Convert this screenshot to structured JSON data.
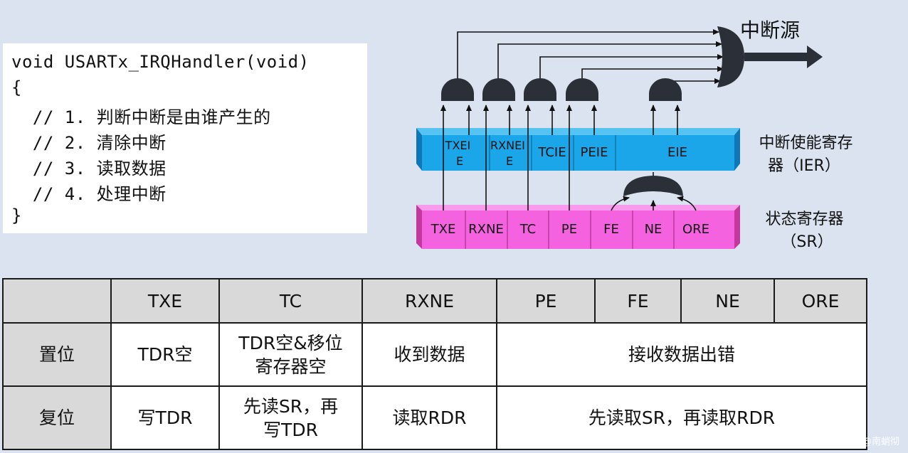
{
  "code": {
    "lines": [
      "void USARTx_IRQHandler(void)",
      "{",
      "  // 1. 判断中断是由谁产生的",
      "  // 2. 清除中断",
      "  // 3. 读取数据",
      "  // 4. 处理中断",
      "}"
    ]
  },
  "diagram": {
    "interrupt_source_label": "中断源",
    "ier_label": [
      "中断使能寄存",
      "器（IER）"
    ],
    "sr_label": [
      "状态寄存器",
      "（SR）"
    ],
    "ier_cells": [
      {
        "lines": [
          "TXEI",
          "E"
        ]
      },
      {
        "lines": [
          "RXNEI",
          "E"
        ]
      },
      {
        "lines": [
          "TCIE"
        ]
      },
      {
        "lines": [
          "PEIE"
        ]
      },
      {
        "lines": [
          "EIE"
        ]
      }
    ],
    "sr_cells": [
      "TXE",
      "RXNE",
      "TC",
      "PE",
      "FE",
      "NE",
      "ORE"
    ],
    "colors": {
      "ier": "#1aa6e8",
      "ier_top": "#55c4f2",
      "ier_side": "#0d77b8",
      "sr": "#f562e0",
      "sr_top": "#f99bec",
      "sr_side": "#c4379f",
      "gate": "#2b2f38"
    }
  },
  "table": {
    "headers": [
      "",
      "TXE",
      "TC",
      "RXNE",
      "PE",
      "FE",
      "NE",
      "ORE"
    ],
    "set_row": {
      "label": "置位",
      "txe": "TDR空",
      "tc": [
        "TDR空&移位",
        "寄存器空"
      ],
      "rxne": "收到数据",
      "errors": "接收数据出错"
    },
    "reset_row": {
      "label": "复位",
      "txe": "写TDR",
      "tc": [
        "先读SR，再",
        "写TDR"
      ],
      "rxne": "读取RDR",
      "errors": "先读取SR，再读取RDR"
    }
  },
  "watermark": "CSDN @南蛸彻"
}
